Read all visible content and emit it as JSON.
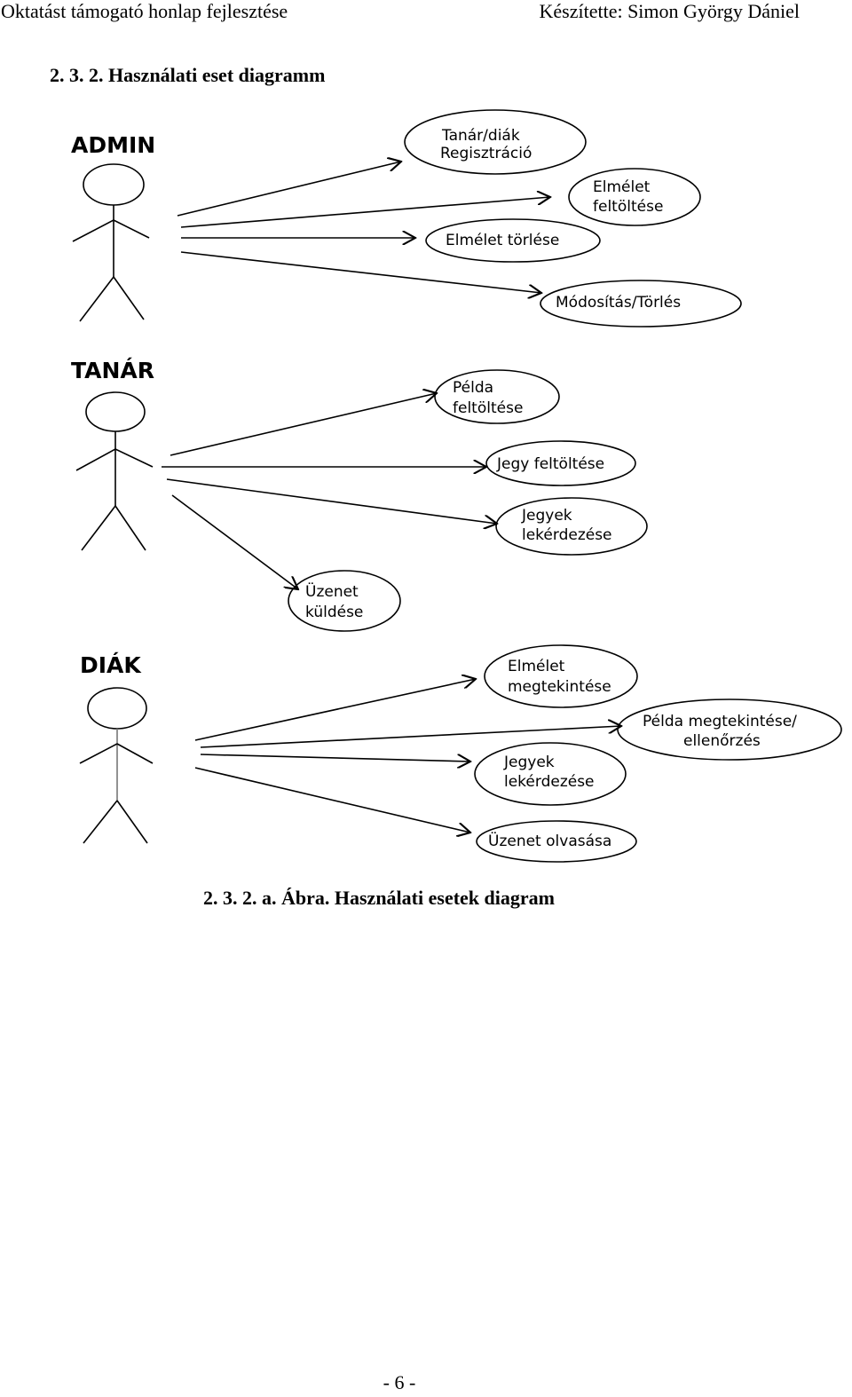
{
  "header": {
    "left": "Oktatást támogató honlap fejlesztése",
    "right": "Készítette: Simon György Dániel"
  },
  "section_title": "2. 3. 2. Használati eset diagramm",
  "diagram": {
    "actors": [
      {
        "label": "ADMIN"
      },
      {
        "label": "TANÁR"
      },
      {
        "label": "DIÁK"
      }
    ],
    "use_cases": {
      "admin": [
        [
          "Tanár/diák",
          "Regisztráció"
        ],
        [
          "Elmélet",
          "feltöltése"
        ],
        [
          "Elmélet törlése"
        ],
        [
          "Módosítás/Törlés"
        ]
      ],
      "tanar": [
        [
          "Példa",
          "feltöltése"
        ],
        [
          "Jegy feltöltése"
        ],
        [
          "Jegyek",
          "lekérdezése"
        ],
        [
          "Üzenet",
          "küldése"
        ]
      ],
      "diak": [
        [
          "Elmélet",
          "megtekintése"
        ],
        [
          "Példa megtekintése/",
          "ellenőrzés"
        ],
        [
          "Jegyek",
          "lekérdezése"
        ],
        [
          "Üzenet olvasása"
        ]
      ]
    }
  },
  "caption": "2. 3. 2. a. Ábra. Használati esetek diagram",
  "page_number": "- 6 -"
}
